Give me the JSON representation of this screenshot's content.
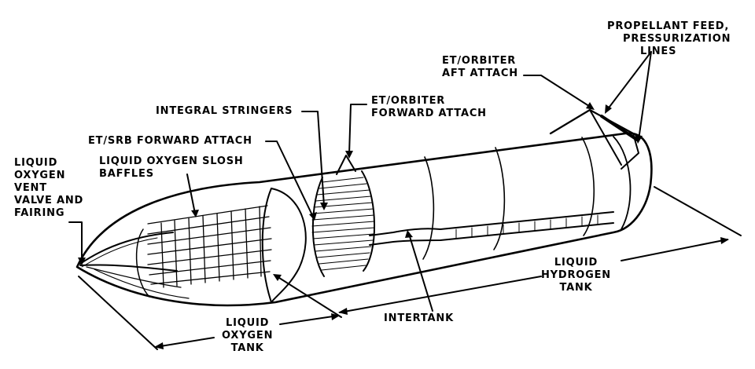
{
  "labels": {
    "lox_vent": [
      "LIQUID",
      "OXYGEN",
      "VENT",
      "VALVE AND",
      "FAIRING"
    ],
    "slosh_baffles": [
      "LIQUID OXYGEN SLOSH",
      "BAFFLES"
    ],
    "srb_forward_attach": [
      "ET/SRB FORWARD ATTACH"
    ],
    "integral_stringers": [
      "INTEGRAL STRINGERS"
    ],
    "orbiter_forward_attach": [
      "ET/ORBITER",
      "FORWARD ATTACH"
    ],
    "orbiter_aft_attach": [
      "ET/ORBITER",
      "AFT ATTACH"
    ],
    "propellant_lines": [
      "PROPELLANT FEED,",
      "PRESSURIZATION",
      "LINES"
    ],
    "lh2_tank": [
      "LIQUID",
      "HYDROGEN",
      "TANK"
    ],
    "intertank": [
      "INTERTANK"
    ],
    "lox_tank": [
      "LIQUID",
      "OXYGEN",
      "TANK"
    ]
  },
  "colors": {
    "ink": "#000000",
    "paper": "#ffffff"
  }
}
